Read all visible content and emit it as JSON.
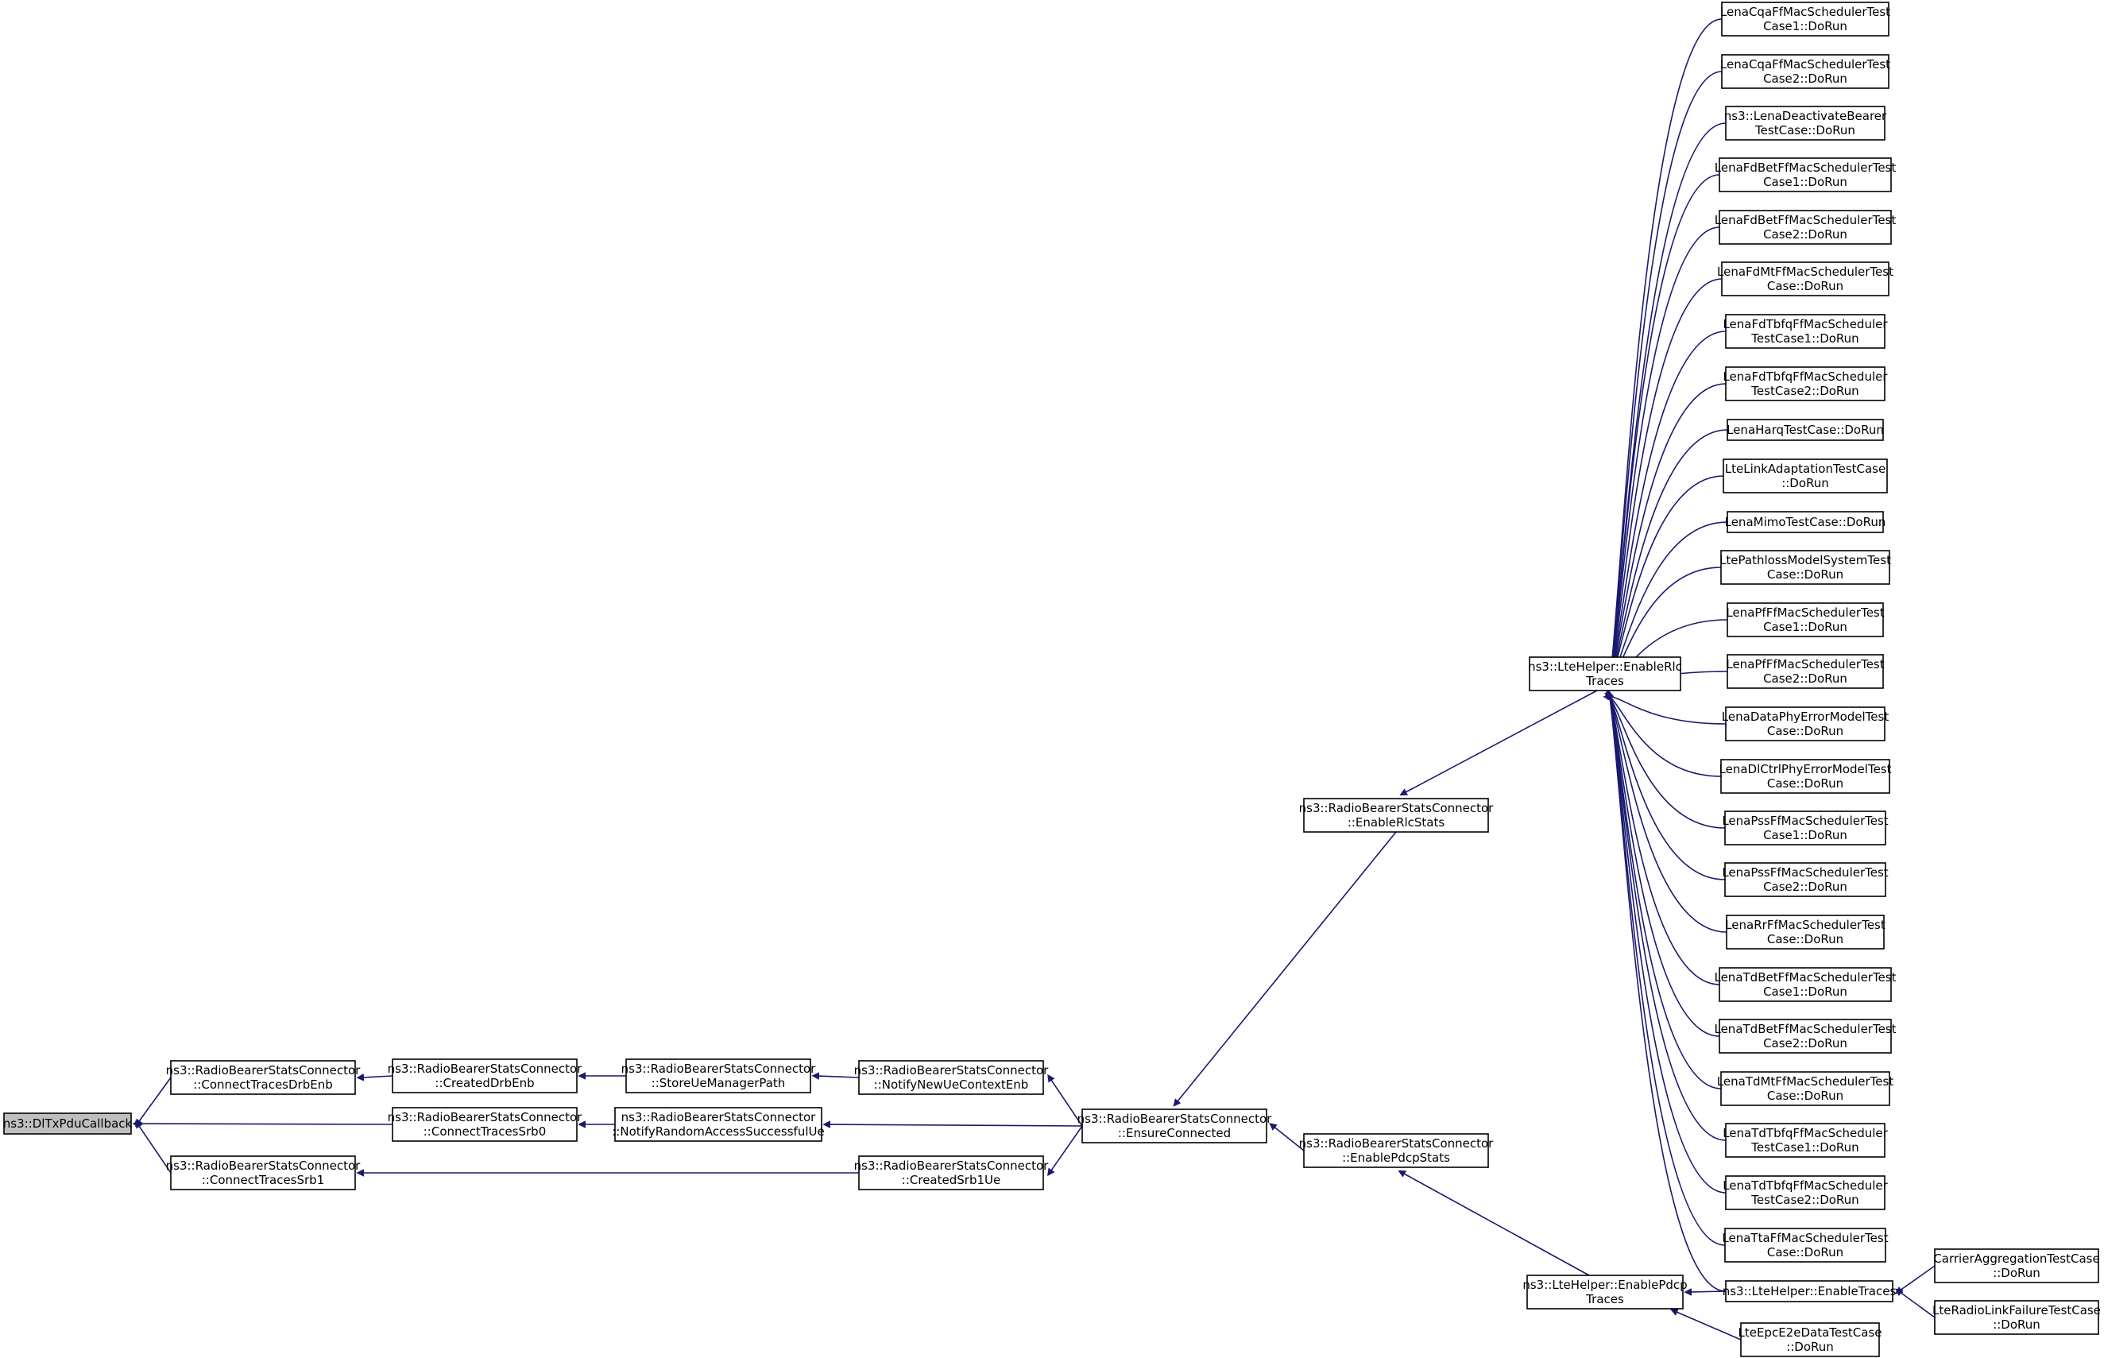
{
  "graph": {
    "nodes": [
      {
        "id": "root",
        "lines": [
          "ns3::DlTxPduCallback"
        ]
      },
      {
        "id": "ctDrbEnb",
        "lines": [
          "ns3::RadioBearerStatsConnector",
          "::ConnectTracesDrbEnb"
        ]
      },
      {
        "id": "ctSrb1",
        "lines": [
          "ns3::RadioBearerStatsConnector",
          "::ConnectTracesSrb1"
        ]
      },
      {
        "id": "createdDrbEnb",
        "lines": [
          "ns3::RadioBearerStatsConnector",
          "::CreatedDrbEnb"
        ]
      },
      {
        "id": "ctSrb0",
        "lines": [
          "ns3::RadioBearerStatsConnector",
          "::ConnectTracesSrb0"
        ]
      },
      {
        "id": "storeUe",
        "lines": [
          "ns3::RadioBearerStatsConnector",
          "::StoreUeManagerPath"
        ]
      },
      {
        "id": "notifyRA",
        "lines": [
          "ns3::RadioBearerStatsConnector",
          "::NotifyRandomAccessSuccessfulUe"
        ]
      },
      {
        "id": "notifyNewUe",
        "lines": [
          "ns3::RadioBearerStatsConnector",
          "::NotifyNewUeContextEnb"
        ]
      },
      {
        "id": "createdSrb1",
        "lines": [
          "ns3::RadioBearerStatsConnector",
          "::CreatedSrb1Ue"
        ]
      },
      {
        "id": "ensure",
        "lines": [
          "ns3::RadioBearerStatsConnector",
          "::EnsureConnected"
        ]
      },
      {
        "id": "enRlcStats",
        "lines": [
          "ns3::RadioBearerStatsConnector",
          "::EnableRlcStats"
        ]
      },
      {
        "id": "enPdcpStats",
        "lines": [
          "ns3::RadioBearerStatsConnector",
          "::EnablePdcpStats"
        ]
      },
      {
        "id": "rlcTraces",
        "lines": [
          "ns3::LteHelper::EnableRlc",
          "Traces"
        ]
      },
      {
        "id": "pdcpTraces",
        "lines": [
          "ns3::LteHelper::EnablePdcp",
          "Traces"
        ]
      },
      {
        "id": "t01",
        "lines": [
          "LenaCqaFfMacSchedulerTest",
          "Case1::DoRun"
        ]
      },
      {
        "id": "t02",
        "lines": [
          "LenaCqaFfMacSchedulerTest",
          "Case2::DoRun"
        ]
      },
      {
        "id": "t03",
        "lines": [
          "ns3::LenaDeactivateBearer",
          "TestCase::DoRun"
        ]
      },
      {
        "id": "t04",
        "lines": [
          "LenaFdBetFfMacSchedulerTest",
          "Case1::DoRun"
        ]
      },
      {
        "id": "t05",
        "lines": [
          "LenaFdBetFfMacSchedulerTest",
          "Case2::DoRun"
        ]
      },
      {
        "id": "t06",
        "lines": [
          "LenaFdMtFfMacSchedulerTest",
          "Case::DoRun"
        ]
      },
      {
        "id": "t07",
        "lines": [
          "LenaFdTbfqFfMacScheduler",
          "TestCase1::DoRun"
        ]
      },
      {
        "id": "t08",
        "lines": [
          "LenaFdTbfqFfMacScheduler",
          "TestCase2::DoRun"
        ]
      },
      {
        "id": "t09",
        "lines": [
          "LenaHarqTestCase::DoRun"
        ]
      },
      {
        "id": "t10",
        "lines": [
          "LteLinkAdaptationTestCase",
          "::DoRun"
        ]
      },
      {
        "id": "t11",
        "lines": [
          "LenaMimoTestCase::DoRun"
        ]
      },
      {
        "id": "t12",
        "lines": [
          "LtePathlossModelSystemTest",
          "Case::DoRun"
        ]
      },
      {
        "id": "t13",
        "lines": [
          "LenaPfFfMacSchedulerTest",
          "Case1::DoRun"
        ]
      },
      {
        "id": "t14",
        "lines": [
          "LenaPfFfMacSchedulerTest",
          "Case2::DoRun"
        ]
      },
      {
        "id": "t15",
        "lines": [
          "LenaDataPhyErrorModelTest",
          "Case::DoRun"
        ]
      },
      {
        "id": "t16",
        "lines": [
          "LenaDlCtrlPhyErrorModelTest",
          "Case::DoRun"
        ]
      },
      {
        "id": "t17",
        "lines": [
          "LenaPssFfMacSchedulerTest",
          "Case1::DoRun"
        ]
      },
      {
        "id": "t18",
        "lines": [
          "LenaPssFfMacSchedulerTest",
          "Case2::DoRun"
        ]
      },
      {
        "id": "t19",
        "lines": [
          "LenaRrFfMacSchedulerTest",
          "Case::DoRun"
        ]
      },
      {
        "id": "t20",
        "lines": [
          "LenaTdBetFfMacSchedulerTest",
          "Case1::DoRun"
        ]
      },
      {
        "id": "t21",
        "lines": [
          "LenaTdBetFfMacSchedulerTest",
          "Case2::DoRun"
        ]
      },
      {
        "id": "t22",
        "lines": [
          "LenaTdMtFfMacSchedulerTest",
          "Case::DoRun"
        ]
      },
      {
        "id": "t23",
        "lines": [
          "LenaTdTbfqFfMacScheduler",
          "TestCase1::DoRun"
        ]
      },
      {
        "id": "t24",
        "lines": [
          "LenaTdTbfqFfMacScheduler",
          "TestCase2::DoRun"
        ]
      },
      {
        "id": "t25",
        "lines": [
          "LenaTtaFfMacSchedulerTest",
          "Case::DoRun"
        ]
      },
      {
        "id": "enTraces",
        "lines": [
          "ns3::LteHelper::EnableTraces"
        ]
      },
      {
        "id": "epc",
        "lines": [
          "LteEpcE2eDataTestCase",
          "::DoRun"
        ]
      },
      {
        "id": "carrier",
        "lines": [
          "CarrierAggregationTestCase",
          "::DoRun"
        ]
      },
      {
        "id": "rlf",
        "lines": [
          "LteRadioLinkFailureTestCase",
          "::DoRun"
        ]
      }
    ],
    "edges": [
      [
        "root",
        "ctDrbEnb"
      ],
      [
        "root",
        "ctSrb0"
      ],
      [
        "root",
        "ctSrb1"
      ],
      [
        "ctDrbEnb",
        "createdDrbEnb"
      ],
      [
        "createdDrbEnb",
        "storeUe"
      ],
      [
        "storeUe",
        "notifyNewUe"
      ],
      [
        "notifyNewUe",
        "ensure"
      ],
      [
        "ctSrb0",
        "notifyRA"
      ],
      [
        "notifyRA",
        "ensure"
      ],
      [
        "ctSrb1",
        "createdSrb1"
      ],
      [
        "createdSrb1",
        "ensure"
      ],
      [
        "ensure",
        "enRlcStats"
      ],
      [
        "ensure",
        "enPdcpStats"
      ],
      [
        "enRlcStats",
        "rlcTraces"
      ],
      [
        "enPdcpStats",
        "pdcpTraces"
      ],
      [
        "rlcTraces",
        "t01"
      ],
      [
        "rlcTraces",
        "t02"
      ],
      [
        "rlcTraces",
        "t03"
      ],
      [
        "rlcTraces",
        "t04"
      ],
      [
        "rlcTraces",
        "t05"
      ],
      [
        "rlcTraces",
        "t06"
      ],
      [
        "rlcTraces",
        "t07"
      ],
      [
        "rlcTraces",
        "t08"
      ],
      [
        "rlcTraces",
        "t09"
      ],
      [
        "rlcTraces",
        "t10"
      ],
      [
        "rlcTraces",
        "t11"
      ],
      [
        "rlcTraces",
        "t12"
      ],
      [
        "rlcTraces",
        "t13"
      ],
      [
        "rlcTraces",
        "t14"
      ],
      [
        "rlcTraces",
        "t15"
      ],
      [
        "rlcTraces",
        "t16"
      ],
      [
        "rlcTraces",
        "t17"
      ],
      [
        "rlcTraces",
        "t18"
      ],
      [
        "rlcTraces",
        "t19"
      ],
      [
        "rlcTraces",
        "t20"
      ],
      [
        "rlcTraces",
        "t21"
      ],
      [
        "rlcTraces",
        "t22"
      ],
      [
        "rlcTraces",
        "t23"
      ],
      [
        "rlcTraces",
        "t24"
      ],
      [
        "rlcTraces",
        "t25"
      ],
      [
        "rlcTraces",
        "enTraces"
      ],
      [
        "pdcpTraces",
        "enTraces"
      ],
      [
        "pdcpTraces",
        "epc"
      ],
      [
        "enTraces",
        "carrier"
      ],
      [
        "enTraces",
        "rlf"
      ]
    ]
  }
}
